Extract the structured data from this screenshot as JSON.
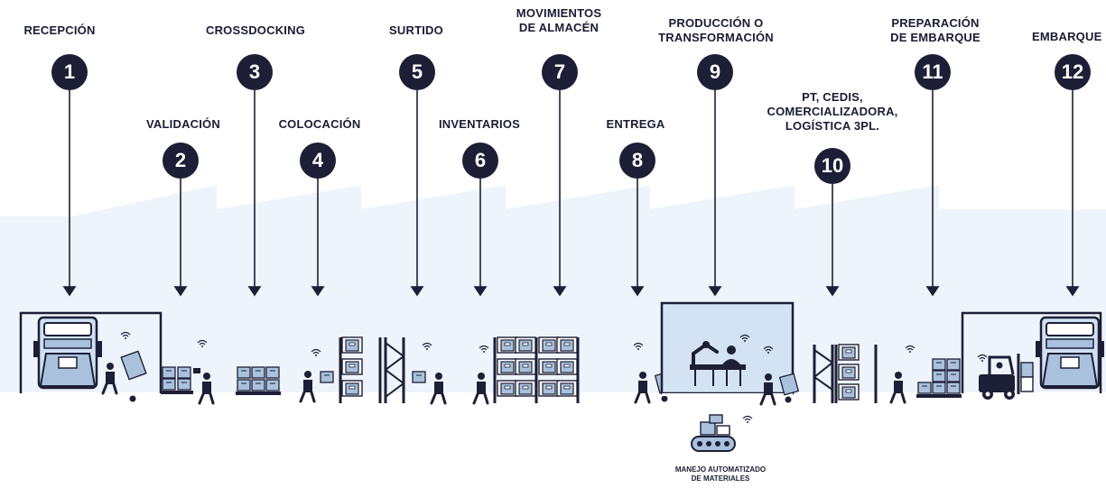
{
  "steps": [
    {
      "number": "1",
      "label_line1": "RECEPCIÓN",
      "label_line2": ""
    },
    {
      "number": "2",
      "label_line1": "VALIDACIÓN",
      "label_line2": ""
    },
    {
      "number": "3",
      "label_line1": "CROSSDOCKING",
      "label_line2": ""
    },
    {
      "number": "4",
      "label_line1": "COLOCACIÓN",
      "label_line2": ""
    },
    {
      "number": "5",
      "label_line1": "SURTIDO",
      "label_line2": ""
    },
    {
      "number": "6",
      "label_line1": "INVENTARIOS",
      "label_line2": ""
    },
    {
      "number": "7",
      "label_line1": "MOVIMIENTOS",
      "label_line2": "DE ALMACÉN"
    },
    {
      "number": "8",
      "label_line1": "ENTREGA",
      "label_line2": ""
    },
    {
      "number": "9",
      "label_line1": "PRODUCCIÓN O",
      "label_line2": "TRANSFORMACIÓN"
    },
    {
      "number": "10",
      "label_line1": "PT, CEDIS,",
      "label_line2": "COMERCIALIZADORA,",
      "label_line3": "LOGÍSTICA 3PL."
    },
    {
      "number": "11",
      "label_line1": "PREPARACIÓN",
      "label_line2": "DE EMBARQUE"
    },
    {
      "number": "12",
      "label_line1": "EMBARQUE",
      "label_line2": ""
    }
  ],
  "automation_caption": {
    "line1": "MANEJO AUTOMATIZADO",
    "line2": "DE MATERIALES"
  },
  "icons": [
    "truck-icon",
    "worker-hand-truck-icon",
    "pallet-boxes-icon",
    "scanner-worker-icon",
    "rack-icon",
    "wifi-icon",
    "robot-arm-icon",
    "forklift-icon",
    "conveyor-icon"
  ],
  "colors": {
    "dark": "#1c1f36",
    "light_bg": "#e8f1fb",
    "box": "#a9c1dc",
    "box_line": "#1c1f36",
    "production_room": "#cfe0f2"
  }
}
